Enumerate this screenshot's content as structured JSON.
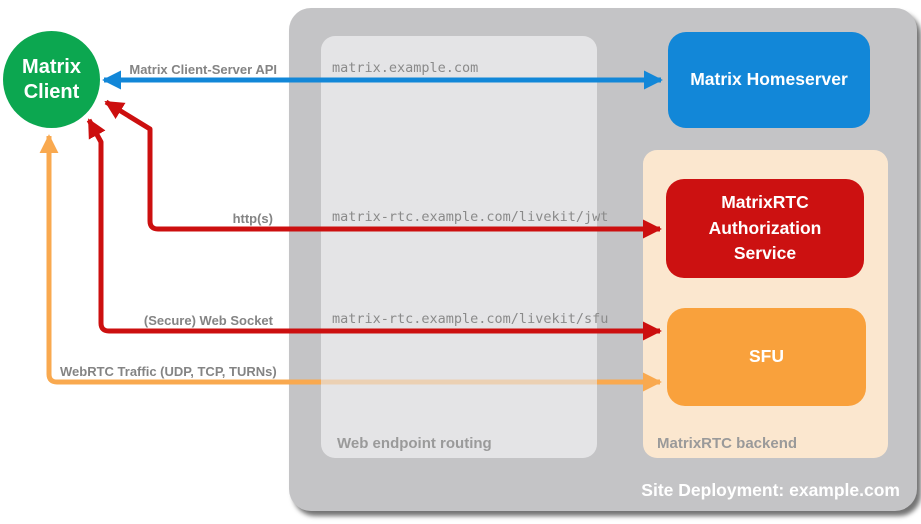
{
  "client": {
    "label": "Matrix Client"
  },
  "containers": {
    "site": {
      "label": "Site Deployment: example.com"
    },
    "routing": {
      "label": "Web endpoint routing"
    },
    "backend": {
      "label": "MatrixRTC backend"
    }
  },
  "nodes": {
    "homeserver": {
      "label": "Matrix Homeserver"
    },
    "auth": {
      "label": "MatrixRTC Authorization Service"
    },
    "sfu": {
      "label": "SFU"
    }
  },
  "arrows": {
    "api": {
      "label": "Matrix Client-Server API",
      "endpoint": "matrix.example.com"
    },
    "jwt": {
      "label": "http(s)",
      "endpoint": "matrix-rtc.example.com/livekit/jwt"
    },
    "ws": {
      "label": "(Secure) Web Socket",
      "endpoint": "matrix-rtc.example.com/livekit/sfu"
    },
    "webrtc": {
      "label": "WebRTC Traffic (UDP, TCP, TURNs)"
    }
  },
  "colors": {
    "site_bg": "#c4c4c6",
    "routing_bg": "#e4e4e6",
    "backend_bg": "#fbe7cf",
    "client_green": "#0ca750",
    "blue": "#1287d8",
    "red": "#cc0f0f",
    "red_box": "#cc1111",
    "orange": "#f9a94f",
    "orange_box": "#f9a13c",
    "label_gray": "#848484"
  }
}
